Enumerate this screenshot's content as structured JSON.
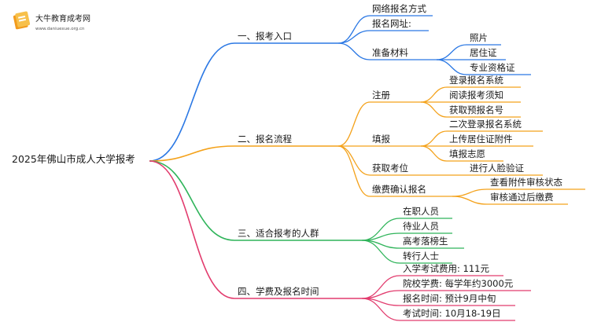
{
  "logo": {
    "name": "大牛教育成考网",
    "url": "www.daniuexue.org.cn"
  },
  "root": {
    "label": "2025年佛山市成人大学报考"
  },
  "colors": {
    "blue": "#2b78e4",
    "orange": "#f4a21b",
    "green": "#2fb45a",
    "pink": "#e23c6e"
  },
  "branches": [
    {
      "label": "一、报考入口",
      "color": "blue",
      "children": [
        {
          "label": "网络报名方式"
        },
        {
          "label": "报名网址:"
        },
        {
          "label": "准备材料",
          "children": [
            {
              "label": "照片"
            },
            {
              "label": "居住证"
            },
            {
              "label": "专业资格证"
            }
          ]
        }
      ]
    },
    {
      "label": "二、报名流程",
      "color": "orange",
      "children": [
        {
          "label": "注册",
          "children": [
            {
              "label": "登录报名系统"
            },
            {
              "label": "阅读报考须知"
            },
            {
              "label": "获取预报名号"
            }
          ]
        },
        {
          "label": "填报",
          "children": [
            {
              "label": "二次登录报名系统"
            },
            {
              "label": "上传居住证附件"
            },
            {
              "label": "填报志愿"
            }
          ]
        },
        {
          "label": "获取考位",
          "children": [
            {
              "label": "进行人脸验证"
            }
          ]
        },
        {
          "label": "缴费确认报名",
          "children": [
            {
              "label": "查看附件审核状态"
            },
            {
              "label": "审核通过后缴费"
            }
          ]
        }
      ]
    },
    {
      "label": "三、适合报考的人群",
      "color": "green",
      "children": [
        {
          "label": "在职人员"
        },
        {
          "label": "待业人员"
        },
        {
          "label": "高考落榜生"
        },
        {
          "label": "转行人士"
        }
      ]
    },
    {
      "label": "四、学费及报名时间",
      "color": "pink",
      "children": [
        {
          "label": "入学考试费用: 111元"
        },
        {
          "label": "院校学费: 每学年约3000元"
        },
        {
          "label": "报名时间: 预计9月中旬"
        },
        {
          "label": "考试时间: 10月18-19日"
        }
      ]
    }
  ]
}
